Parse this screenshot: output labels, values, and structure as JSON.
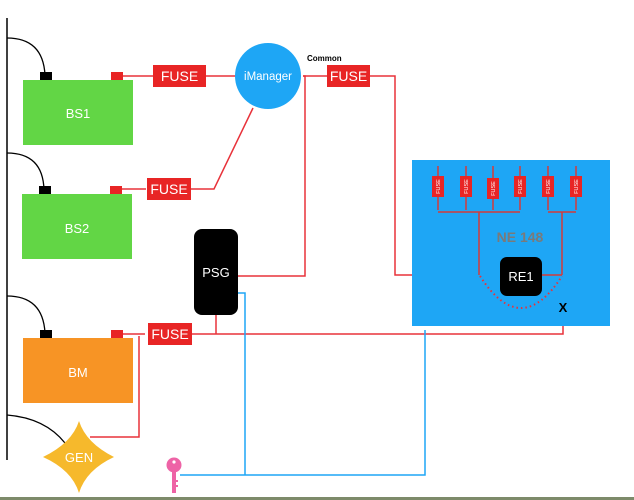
{
  "colors": {
    "wire_red": "#e8323a",
    "wire_blue": "#1ea6f5",
    "fuse_red": "#e82525",
    "battery_service": "#62d645",
    "battery_motor": "#f79425",
    "generator": "#f6b92c",
    "imanager": "#1ea6f5",
    "panel": "#1ea6f5",
    "module_black": "#000000",
    "key_pink": "#ee63a6",
    "panel_label": "#7a7a7a"
  },
  "batteries": [
    {
      "id": "bs1",
      "label": "BS1"
    },
    {
      "id": "bs2",
      "label": "BS2"
    },
    {
      "id": "bm",
      "label": "BM"
    }
  ],
  "fuses": {
    "bs1_fuse": "FUSE",
    "bs2_fuse": "FUSE",
    "common_fuse": "FUSE",
    "bm_fuse": "FUSE"
  },
  "common_label": "Common",
  "imanager_label": "iManager",
  "psg_label": "PSG",
  "generator_label": "GEN",
  "panel": {
    "label": "NE 148",
    "fuses": [
      "FUSE",
      "FUSE",
      "FUSE",
      "FUSE",
      "FUSE",
      "FUSE"
    ],
    "relay_label": "RE1",
    "cut_mark": "X"
  },
  "key_icon": "key-icon"
}
